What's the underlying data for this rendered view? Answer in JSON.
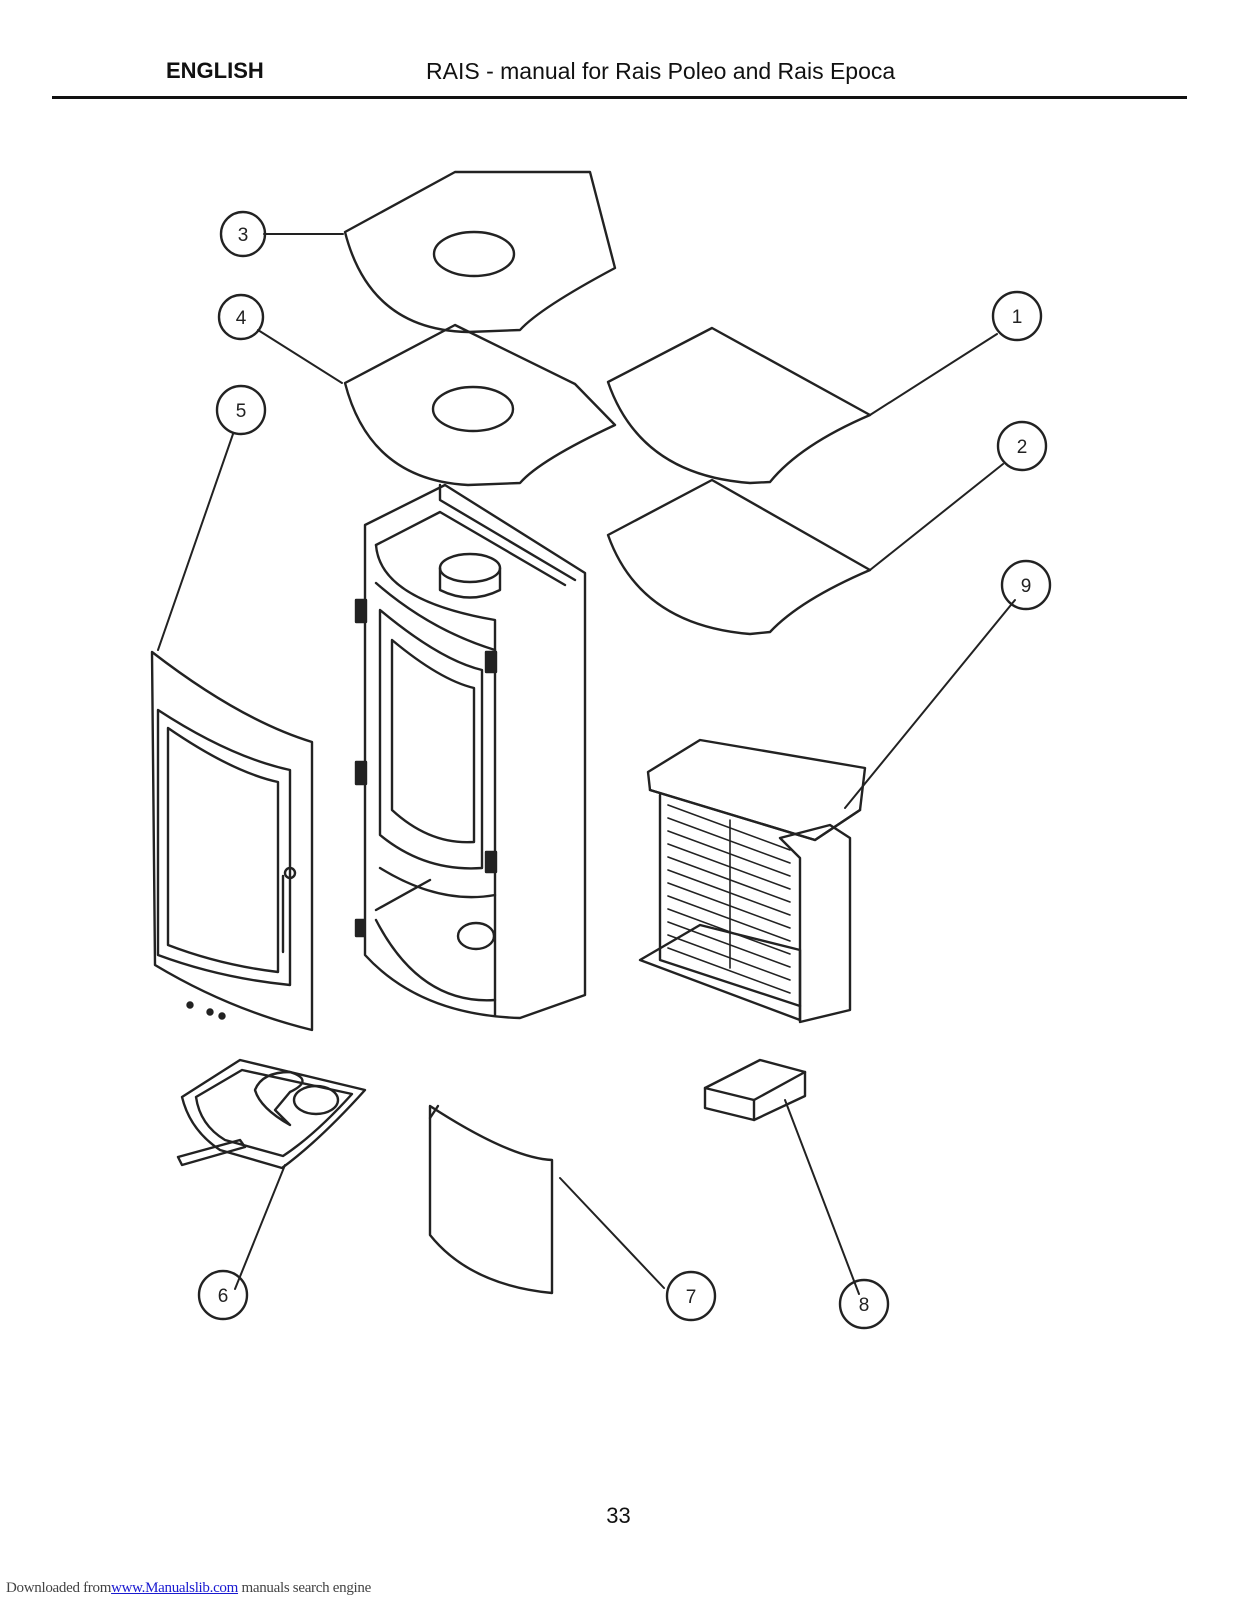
{
  "header": {
    "language": "ENGLISH",
    "title": "RAIS - manual for Rais Poleo and Rais Epoca"
  },
  "diagram": {
    "callouts": [
      "1",
      "2",
      "3",
      "4",
      "5",
      "6",
      "7",
      "8",
      "9"
    ]
  },
  "page_number": "33",
  "footer": {
    "prefix": "Downloaded from",
    "link_text": "www.Manualslib.com",
    "suffix": "manuals search engine"
  }
}
